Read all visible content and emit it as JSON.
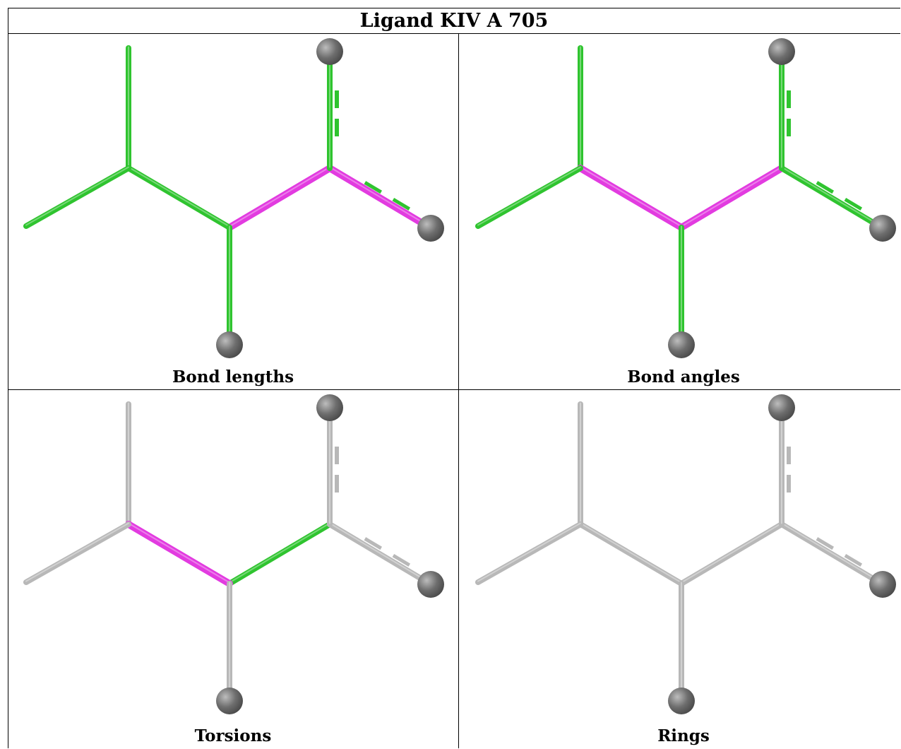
{
  "title": "Ligand KIV A 705",
  "panels": [
    {
      "caption": "Bond lengths",
      "highlight": "#e23be0",
      "ok": "#2fc42f",
      "base": "#2fc42f",
      "magenta_bonds": [
        1,
        2
      ],
      "green_bonds": [],
      "offset": 0
    },
    {
      "caption": "Bond angles",
      "highlight": "#e23be0",
      "ok": "#2fc42f",
      "base": "#2fc42f",
      "magenta_bonds": [
        3,
        1
      ],
      "green_bonds": [],
      "offset": 1
    },
    {
      "caption": "Torsions",
      "highlight": "#e23be0",
      "ok": "#2fc42f",
      "base": "#b8b8b8",
      "magenta_bonds": [
        3
      ],
      "green_bonds": [
        1
      ],
      "offset": 0
    },
    {
      "caption": "Rings",
      "highlight": "#e23be0",
      "ok": "#2fc42f",
      "base": "#b8b8b8",
      "magenta_bonds": [],
      "green_bonds": [],
      "offset": 1
    }
  ],
  "colors": {
    "ball": "#6e6e6e",
    "grid": "#000000"
  }
}
